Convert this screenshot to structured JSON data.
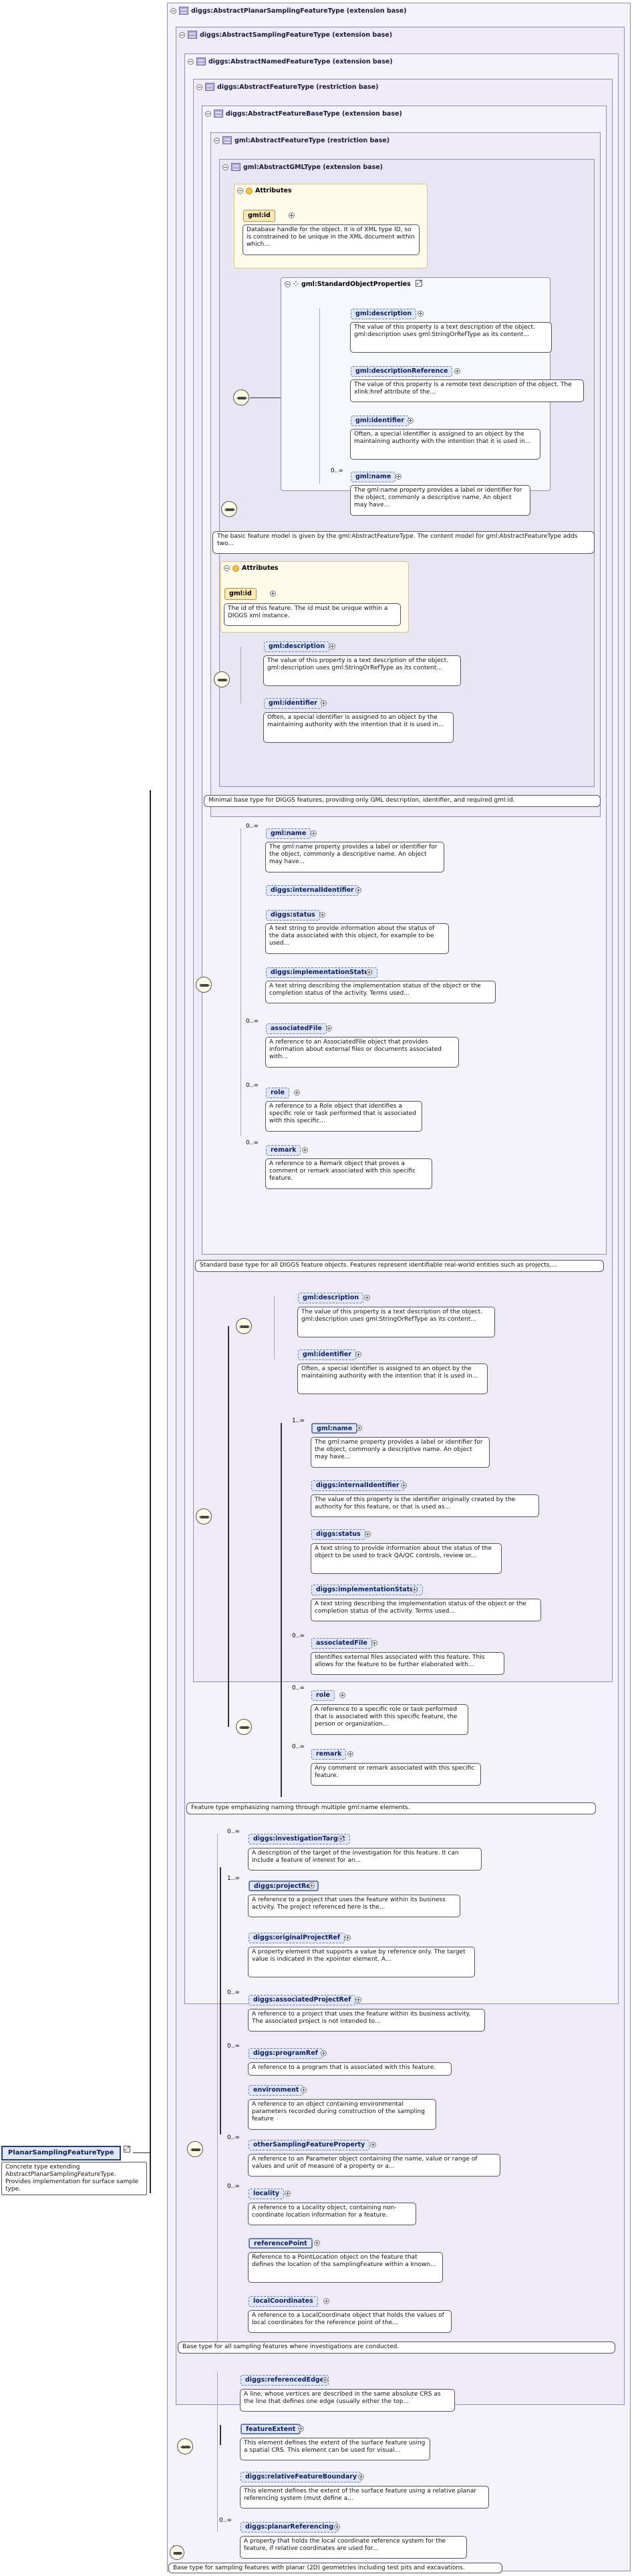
{
  "root": {
    "name": "PlanarSamplingFeatureType",
    "description": "Concrete type extending AbstractPlanarSamplingFeatureType. Provides implementation for surface sample type."
  },
  "ext": {
    "e1": "diggs:AbstractPlanarSamplingFeatureType (extension base)",
    "e2": "diggs:AbstractSamplingFeatureType (extension base)",
    "e3": "diggs:AbstractNamedFeatureType (extension base)",
    "e4": "diggs:AbstractFeatureType (restriction base)",
    "e5": "diggs:AbstractFeatureBaseType (extension base)",
    "e6": "gml:AbstractFeatureType (restriction base)",
    "e7": "gml:AbstractGMLType (extension base)"
  },
  "gml_type": {
    "attributes_label": "Attributes",
    "id_attr": "gml:id",
    "id_desc": "Database handle for the object. It is of XML type ID, so is constrained to be unique in the XML document within which...",
    "std_props": "gml:StandardObjectProperties",
    "elements": [
      {
        "name": "gml:description",
        "desc": "The value of this property is a text description of the object. gml:description uses gml:StringOrRefType as its content..."
      },
      {
        "name": "gml:descriptionReference",
        "desc": "The value of this property is a remote text description of the object. The xlink:href attribute of the..."
      },
      {
        "name": "gml:identifier",
        "desc": "Often, a special identifier is assigned to an object by the maintaining authority with the intention that it is used in..."
      },
      {
        "name": "gml:name",
        "desc": "The gml:name property provides a label or identifier for the object, commonly a descriptive name. An object may have..."
      }
    ],
    "name_mult": "0..∞"
  },
  "captions": {
    "c_feat_restr": "The basic feature model is given by the gml:AbstractFeatureType. The content model for gml:AbstractFeatureType adds two...",
    "c_base": "Minimal base type for DIGGS features, providing only GML description, identifier, and required gml:id.",
    "c_feat": "Standard base type for all DIGGS feature objects. Features represent identifiable real-world entities such as projects,...",
    "c_named": "Feature type emphasizing naming through multiple gml:name elements.",
    "c_sampling": "Base type for all sampling features where investigations are conducted.",
    "c_planar": "Base type for sampling features with planar (2D) geometries including test pits and excavations."
  },
  "base_type": {
    "attributes_label": "Attributes",
    "id_attr": "gml:id",
    "id_desc": "The id of this feature. The id must be unique within a DIGGS xml instance.",
    "elements": [
      {
        "name": "gml:description",
        "desc": "The value of this property is a text description of the object. gml:description uses gml:StringOrRefType as its content..."
      },
      {
        "name": "gml:identifier",
        "desc": "Often, a special identifier is assigned to an object by the maintaining authority with the intention that it is used in..."
      }
    ]
  },
  "feat_restr": {
    "elements": [
      {
        "name": "gml:name",
        "mult": "0..∞",
        "desc": "The gml:name property provides a label or identifier for the object, commonly a descriptive name. An object may have..."
      },
      {
        "name": "diggs:internalIdentifier",
        "mult": "",
        "desc": ""
      },
      {
        "name": "diggs:status",
        "mult": "",
        "desc": "A text string to provide information about the status of the data associated with this object, for example to be used..."
      },
      {
        "name": "diggs:implementationStatus",
        "mult": "",
        "desc": "A text string describing the implementation status of the object or the completion status of the activity. Terms used..."
      },
      {
        "name": "associatedFile",
        "mult": "0..∞",
        "desc": "A reference to an AssociatedFile object that provides information about external files or documents associated with..."
      },
      {
        "name": "role",
        "mult": "0..∞",
        "desc": "A reference to a Role object that identifies a specific role or task performed that is associated with this specific..."
      },
      {
        "name": "remark",
        "mult": "0..∞",
        "desc": "A reference to a Remark object that proves a comment or remark associated with this specific feature."
      }
    ]
  },
  "named": {
    "group1": [
      {
        "name": "gml:description",
        "mult": "",
        "desc": "The value of this property is a text description of the object. gml:description uses gml:StringOrRefType as its content..."
      },
      {
        "name": "gml:identifier",
        "mult": "",
        "desc": "Often, a special identifier is assigned to an object by the maintaining authority with the intention that it is used in..."
      }
    ],
    "group2": [
      {
        "name": "gml:name",
        "mult": "1..∞",
        "desc": "The gml:name property provides a label or identifier for the object, commonly a descriptive name. An object may have..."
      },
      {
        "name": "diggs:internalIdentifier",
        "mult": "",
        "desc": "The value of this property is the identifier originally created by the authority for this feature, or that is used as..."
      },
      {
        "name": "diggs:status",
        "mult": "",
        "desc": "A text string to provide information about the status of the object to be used to track QA/QC controls, review or..."
      },
      {
        "name": "diggs:implementationStatus",
        "mult": "",
        "desc": "A text string describing the implementation status of the object or the completion status of the activity. Terms used..."
      },
      {
        "name": "associatedFile",
        "mult": "0..∞",
        "desc": "Identifies external files associated with this feature. This allows for the feature to be further elaborated with..."
      },
      {
        "name": "role",
        "mult": "0..∞",
        "desc": "A reference to a specific role or task performed that is associated with this specific feature, the person or organization..."
      },
      {
        "name": "remark",
        "mult": "0..∞",
        "desc": "Any comment or remark associated with this specific feature."
      }
    ]
  },
  "sampling": {
    "elements": [
      {
        "name": "diggs:investigationTarget",
        "mult": "0..∞",
        "desc": "A description of the target of the investigation for this feature. It can include a feature of interest for an..."
      },
      {
        "name": "diggs:projectRef",
        "mult": "1..∞",
        "desc": "A reference to a project that uses the feature within its business activity. The project referenced here is the..."
      },
      {
        "name": "diggs:originalProjectRef",
        "mult": "",
        "desc": "A property element that supports a value by reference only. The target value is indicated in the xpointer element. A..."
      },
      {
        "name": "diggs:associatedProjectRef",
        "mult": "0..∞",
        "desc": "A reference to a project that uses the feature within its business activity. The associated project is not intended to..."
      },
      {
        "name": "diggs:programRef",
        "mult": "0..∞",
        "desc": "A reference to a program that is associated with this feature."
      },
      {
        "name": "environment",
        "mult": "",
        "desc": "A reference to an object containing environmental parameters recorded during construction of the sampling feature"
      },
      {
        "name": "otherSamplingFeatureProperty",
        "mult": "0..∞",
        "desc": "A reference to an Parameter object containing the name, value or range of values and unit of measure of a property or a..."
      },
      {
        "name": "locality",
        "mult": "0..∞",
        "desc": "A reference to a Locality object, containing non-coordinate location information for a feature."
      },
      {
        "name": "referencePoint",
        "mult": "",
        "desc": "Reference to a PointLocation object on the feature that defines the location of the samplingFeature within a known..."
      },
      {
        "name": "localCoordinates",
        "mult": "",
        "desc": "A reference to a LocalCoordinate object that holds the values of local coordinates for the reference point of the..."
      }
    ]
  },
  "planar": {
    "elements": [
      {
        "name": "diggs:referencedEdge",
        "mult": "",
        "desc": "A line, whose vertices are described in the same absolute CRS as the line that defines one edge (usually either the top..."
      },
      {
        "name": "featureExtent",
        "mult": "",
        "desc": "This element defines the extent of the surface feature using a spatial CRS. This element can be used for visual..."
      },
      {
        "name": "diggs:relativeFeatureBoundary",
        "mult": "",
        "desc": "This element defines the extent of the surface feature using a relative planar referencing system (must define a..."
      },
      {
        "name": "diggs:planarReferencing",
        "mult": "0..∞",
        "desc": "A property that holds the local coordinate reference system for the feature, if relative coordinates are used for..."
      }
    ]
  }
}
